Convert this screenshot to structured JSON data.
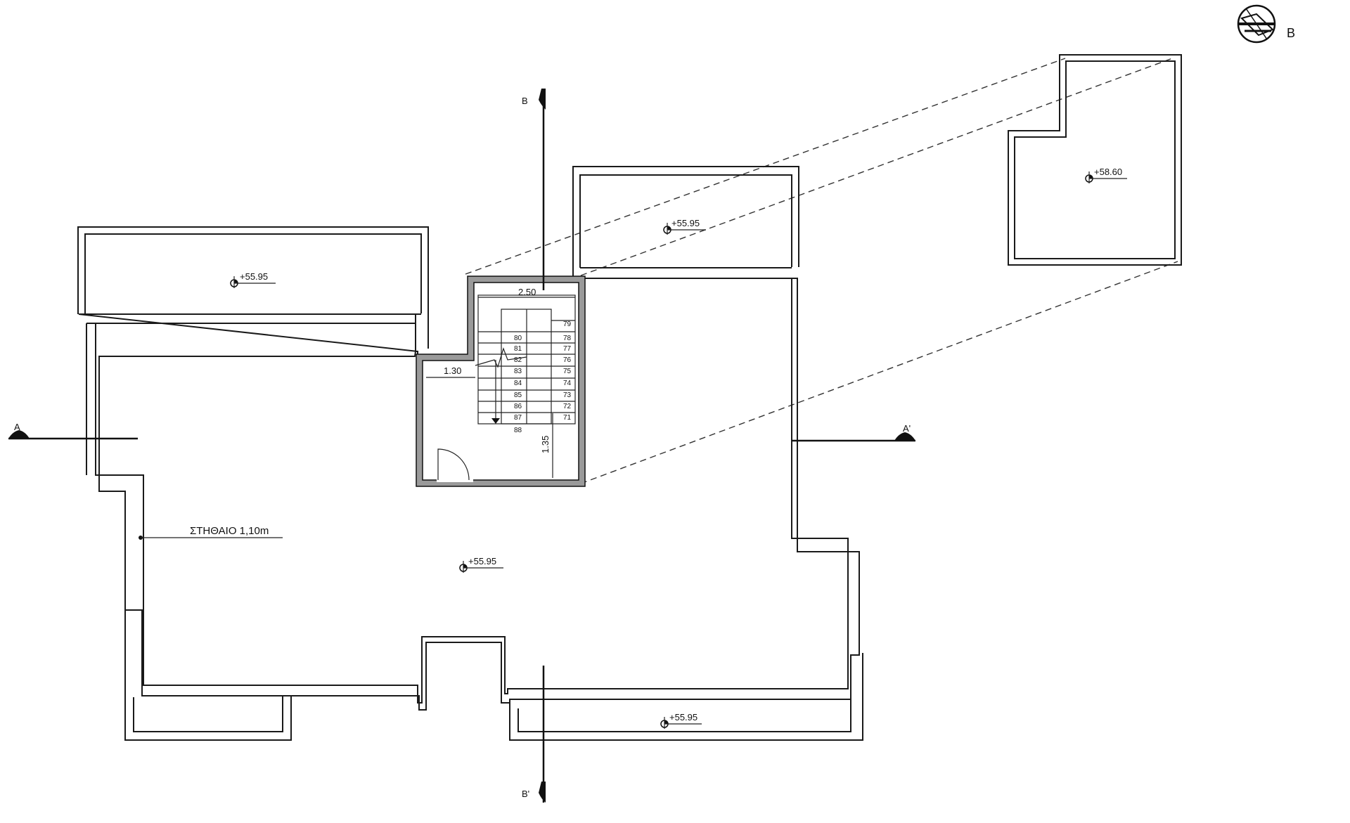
{
  "compass": {
    "label": "B"
  },
  "section_markers": {
    "a_left": "A",
    "a_right": "A'",
    "b_top": "B",
    "b_bottom": "B'"
  },
  "elevations": {
    "top_left_terrace": "+55.95",
    "top_middle_terrace": "+55.95",
    "main_roof": "+55.95",
    "bottom_terrace": "+55.95",
    "upper_roof": "+58.60"
  },
  "parapet_label": "ΣΤΗΘΑΙΟ 1,10m",
  "dimensions": {
    "stair_width": "2.50",
    "landing_width": "1.30",
    "landing_depth": "1.35"
  },
  "stair_steps": {
    "left_flight": [
      "80",
      "81",
      "82",
      "83",
      "84",
      "85",
      "86",
      "87",
      "88"
    ],
    "right_flight": [
      "79",
      "78",
      "77",
      "76",
      "75",
      "74",
      "73",
      "72",
      "71"
    ]
  }
}
